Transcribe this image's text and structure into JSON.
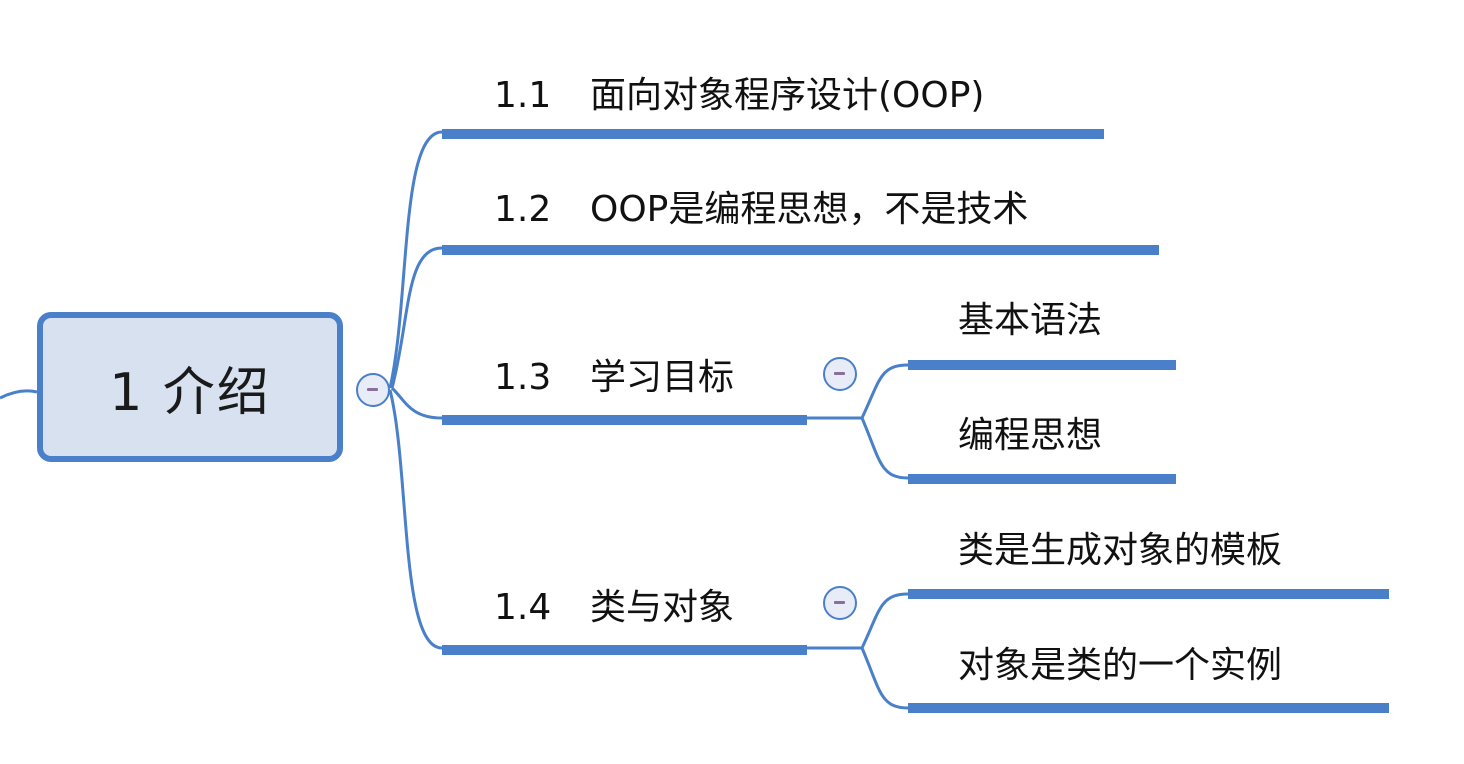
{
  "colors": {
    "line": "#4a7fca",
    "root_fill": "#d7e1f0",
    "toggle_fill": "#e8ecf7",
    "toggle_minus": "#8a6f9e"
  },
  "root": {
    "label": "1  介绍"
  },
  "topics": [
    {
      "num": "1.1",
      "text": "面向对象程序设计(OOP)",
      "children": []
    },
    {
      "num": "1.2",
      "text": "OOP是编程思想，不是技术",
      "children": []
    },
    {
      "num": "1.3",
      "text": "学习目标",
      "children": [
        "基本语法",
        "编程思想"
      ]
    },
    {
      "num": "1.4",
      "text": "类与对象",
      "children": [
        "类是生成对象的模板",
        "对象是类的一个实例"
      ]
    }
  ]
}
